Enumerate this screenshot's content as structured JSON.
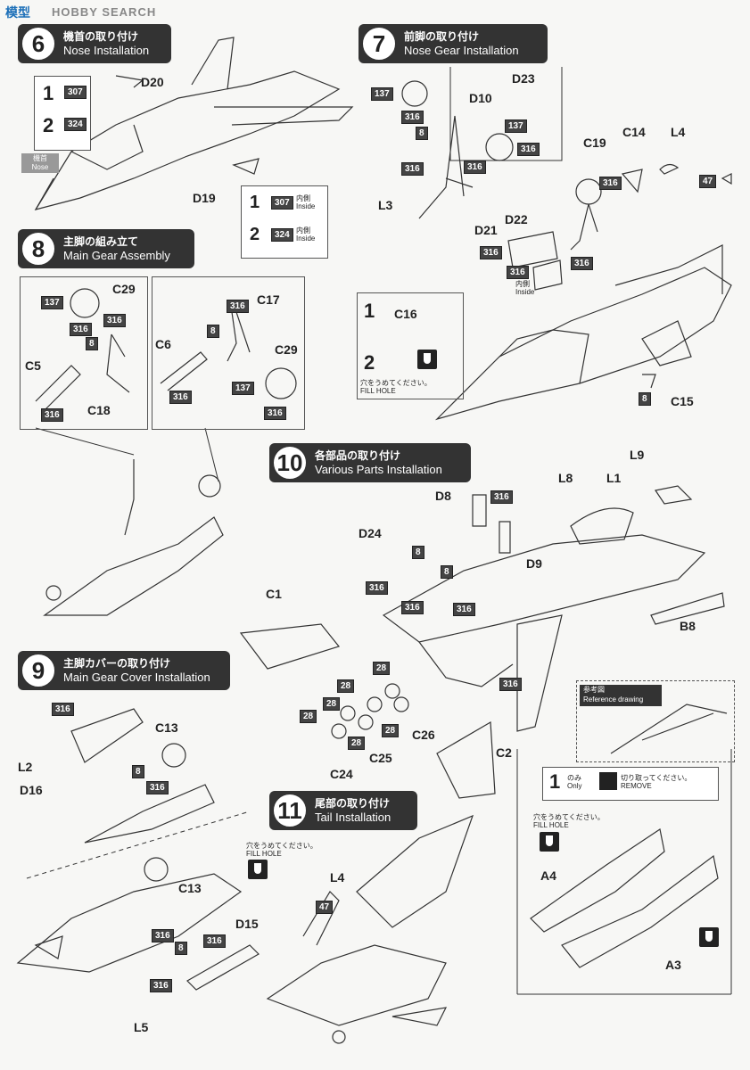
{
  "watermark": {
    "brand": "模型",
    "search": "HOBBY SEARCH"
  },
  "steps": [
    {
      "num": "6",
      "jp": "機首の取り付け",
      "en": "Nose Installation"
    },
    {
      "num": "7",
      "jp": "前脚の取り付け",
      "en": "Nose Gear Installation"
    },
    {
      "num": "8",
      "jp": "主脚の組み立て",
      "en": "Main Gear Assembly"
    },
    {
      "num": "9",
      "jp": "主脚カバーの取り付け",
      "en": "Main Gear Cover Installation"
    },
    {
      "num": "10",
      "jp": "各部品の取り付け",
      "en": "Various Parts Installation"
    },
    {
      "num": "11",
      "jp": "尾部の取り付け",
      "en": "Tail Installation"
    }
  ],
  "notes": {
    "nose_tag_jp": "機首",
    "nose_tag_en": "Nose",
    "inside_jp": "内側",
    "inside_en": "Inside",
    "fill_jp": "穴をうめてください。",
    "fill_en": "FILL HOLE",
    "ref_jp": "参考図",
    "ref_en": "Reference drawing",
    "only_jp": "のみ",
    "only_en": "Only",
    "remove_jp": "切り取ってください。",
    "remove_en": "REMOVE"
  },
  "options": {
    "one": "1",
    "two": "2"
  },
  "codes": {
    "c307": "307",
    "c324": "324",
    "c137": "137",
    "c316": "316",
    "c8": "8",
    "c47": "47",
    "c28": "28"
  },
  "parts": {
    "D20": "D20",
    "D19": "D19",
    "D23": "D23",
    "D10": "D10",
    "L3": "L3",
    "C14": "C14",
    "C19": "C19",
    "L4": "L4",
    "D21": "D21",
    "D22": "D22",
    "C16": "C16",
    "C15": "C15",
    "C29": "C29",
    "C5": "C5",
    "C18": "C18",
    "C17": "C17",
    "C6": "C6",
    "D8": "D8",
    "D24": "D24",
    "D9": "D9",
    "L8": "L8",
    "L1": "L1",
    "L9": "L9",
    "C1": "C1",
    "B8": "B8",
    "C26": "C26",
    "C25": "C25",
    "C24": "C24",
    "C2": "C2",
    "L2": "L2",
    "D16": "D16",
    "C13": "C13",
    "D15": "D15",
    "L5": "L5",
    "A4": "A4",
    "A3": "A3"
  }
}
